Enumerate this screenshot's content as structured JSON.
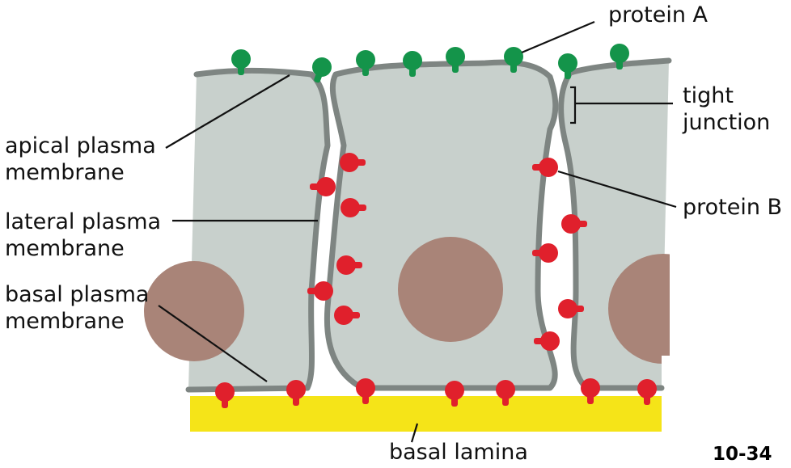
{
  "labels": {
    "protein_a": "protein A",
    "tight_junction": [
      "tight",
      "junction"
    ],
    "apical": [
      "apical plasma",
      "membrane"
    ],
    "lateral": [
      "lateral plasma",
      "membrane"
    ],
    "basal": [
      "basal plasma",
      "membrane"
    ],
    "protein_b": "protein B",
    "basal_lamina": "basal lamina"
  },
  "figure_number": "10-34",
  "colors": {
    "cytoplasm": "#c8d0cc",
    "membrane": "#7e8582",
    "nucleus": "#a98478",
    "protein_a": "#14944a",
    "protein_b": "#e0202c",
    "basal_lamina": "#f5e418",
    "leader_line": "#111111"
  }
}
